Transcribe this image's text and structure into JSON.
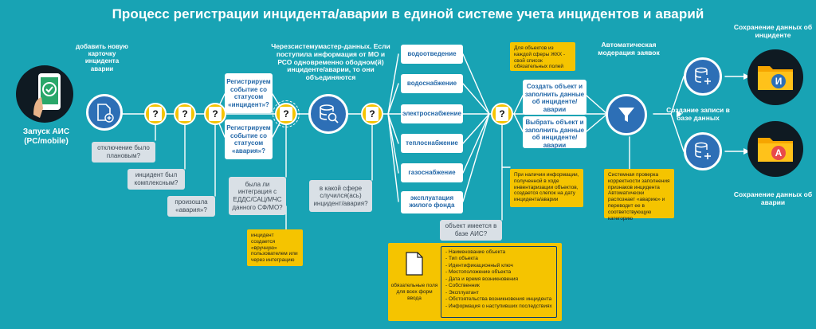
{
  "title": "Процесс регистрации инцидента/аварии в единой системе учета инцидентов и аварий",
  "start": {
    "label_line1": "Запуск АИС",
    "label_line2": "(PC/mobile)"
  },
  "add_card": {
    "label": "добавить новую карточку инцидента аварии"
  },
  "questions": {
    "planned": "отключение было плановым?",
    "complex": "инцидент был комплексным?",
    "accident": "произошла «авария»?",
    "integration": "была ли интеграция с ЕДДС/САЦ/МЧС данного СФ/МО?",
    "sphere": "в какой сфере случился(ась) инцидент/авария?",
    "in_base": "объект имеется в базе АИС?"
  },
  "register": {
    "incident": "Регистрируем событие со статусом «инцидент»?",
    "accident": "Регистрируем событие со статусом «авария»?"
  },
  "manual_note": "инцидент создается «вручную» пользователем или через интеграцию",
  "master_data": "Черезсистемумастер-данных. Если поступила информация от МО и РСО одновременно ободном(й) инциденте/аварии, то они объединяются",
  "sectors": [
    "водоотведение",
    "водоснабжение",
    "электроснабжение",
    "теплоснабжение",
    "газоснабжение",
    "эксплуатация жилого фонда"
  ],
  "fields_box": {
    "caption": "обязательные поля для всех форм ввода",
    "items": [
      "Наименование объекта",
      "Тип объекта",
      "Идентификационный ключ",
      "Местоположение объекта",
      "Дата и время возникновения",
      "Собственник",
      "Эксплуатант",
      "Обстоятельства возникновения инцидента",
      "Информация о наступивших последствиях"
    ]
  },
  "gkh_note": "Для объектов из каждой сферы ЖКХ - свой список обязательных полей",
  "object_actions": {
    "create": "Создать объект и заполнить данные об инциденте/ аварии",
    "select": "Выбрать объект и заполнить данные об инциденте/ аварии"
  },
  "inventory_note": "При наличии информации, полученной в ходе инвентаризации объектов, создается слепок на дату инцидента/аварии",
  "moderation": "Автоматическая модерация заявок",
  "check_note": "Системная проверка корректности заполнения признаков инцидента Автоматически распознает «аварию» и переводит ее в соответствующую категорию",
  "db_record": "Создание записи в базе данных",
  "save_incident": "Сохранение данных об инциденте",
  "save_accident": "Сохранение данных об аварии",
  "badges": {
    "incident": "И",
    "accident": "А"
  },
  "qmark": "?",
  "colors": {
    "background": "#18a3b4",
    "primary": "#2d6fb6",
    "accent": "#f5c400",
    "text_blue": "#2468a8"
  }
}
